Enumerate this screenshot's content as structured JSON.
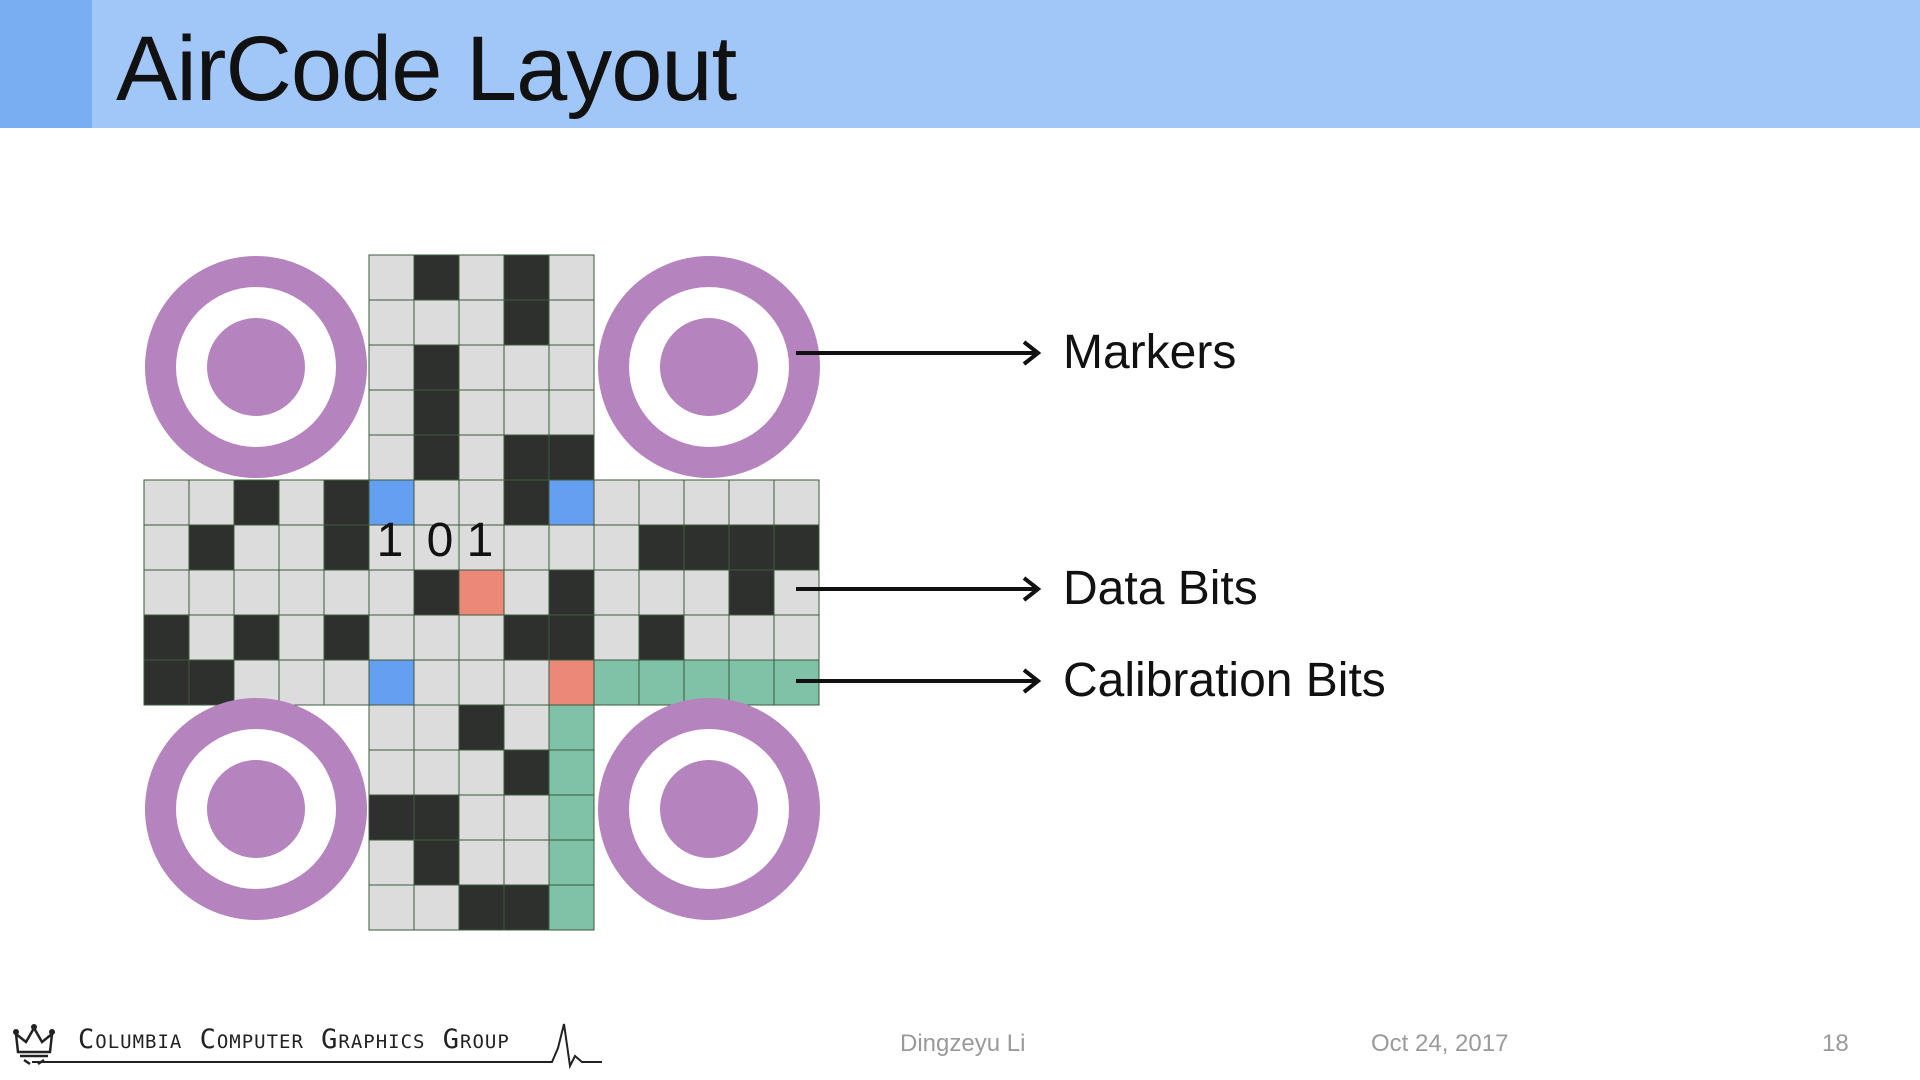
{
  "slide": {
    "title": "AirCode Layout"
  },
  "labels": {
    "markers": "Markers",
    "data_bits": "Data Bits",
    "calibration_bits": "Calibration Bits"
  },
  "bit_annotation": [
    "1",
    "0",
    "1"
  ],
  "footer": {
    "logo_text": "Columbia Computer Graphics Group",
    "author": "Dingzeyu Li",
    "date": "Oct 24, 2017",
    "page": "18"
  },
  "colors": {
    "title_bar": "#a1c6f8",
    "title_accent": "#7aaef2",
    "marker": "#b583bd",
    "cell_light": "#dcdcdc",
    "cell_dark": "#2e302e",
    "cell_blue": "#659ff2",
    "cell_red": "#ec8877",
    "cell_green": "#7fc2a8",
    "grid_line": "#3d5a3d"
  },
  "grid": {
    "legend": {
      ".": "empty",
      "L": "light",
      "D": "dark",
      "B": "blue",
      "R": "red",
      "G": "green"
    },
    "rows": [
      ".....LDLDL.....",
      ".....LLLDL.....",
      ".....LDLLL.....",
      ".....LDLLL.....",
      ".....LDLDD.....",
      "LLDLDBLLDBLLLLL",
      "LDLLDLLLLLLDDDD",
      "LLLLLLDRLDLLLDL",
      "DLDLDLLLDDLDLLL",
      "DDLLLBLLLRGGGGG",
      ".....LLDLG.....",
      ".....LLLDG.....",
      ".....DDLLG.....",
      ".....LDLLG.....",
      ".....LLDDG....."
    ]
  }
}
